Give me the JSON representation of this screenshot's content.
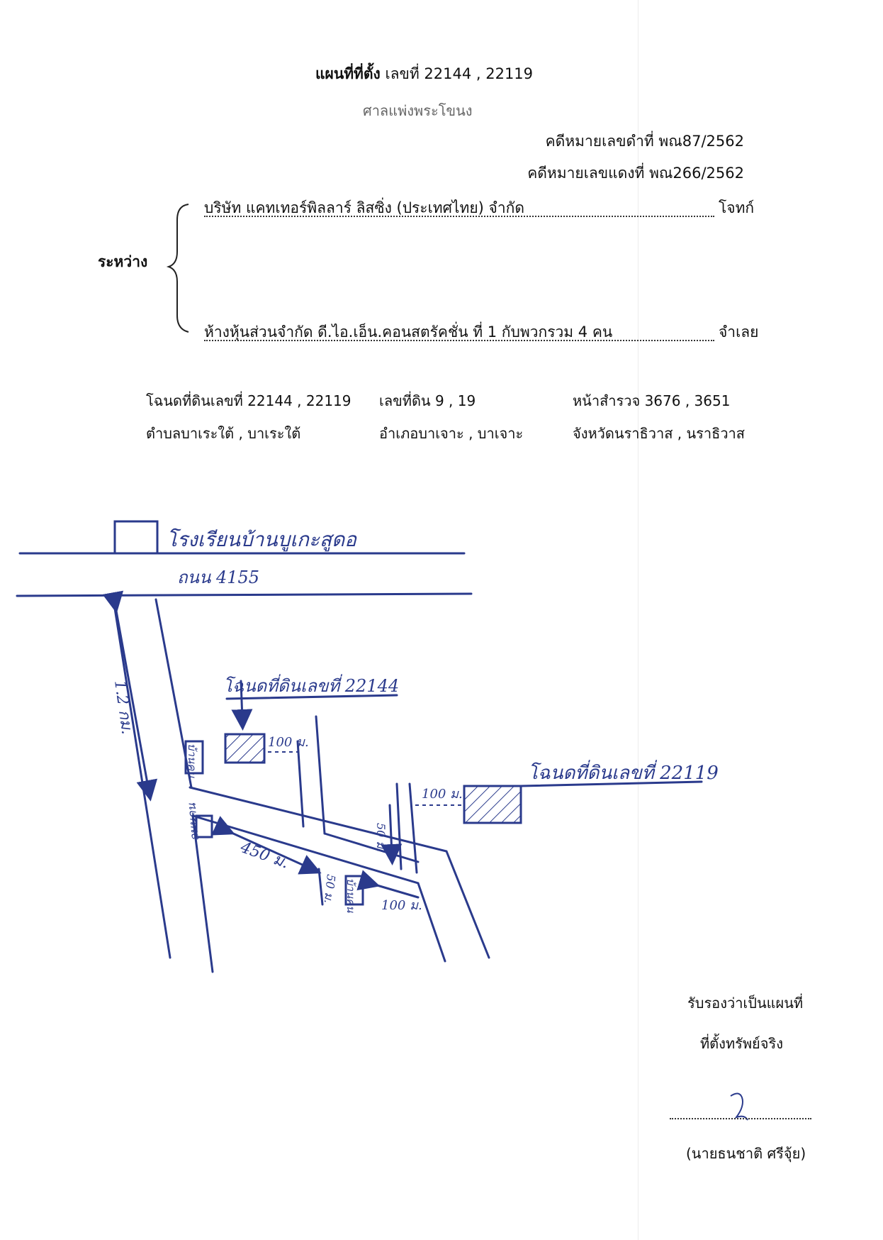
{
  "header": {
    "title": "แผนที่ที่ตั้ง",
    "title_no": "เลขที่  22144 , 22119",
    "court": "ศาลแพ่งพระโขนง",
    "black_case": "คดีหมายเลขดำที่  พณ87/2562",
    "red_case": "คดีหมายเลขแดงที่  พณ266/2562"
  },
  "parties": {
    "between_label": "ระหว่าง",
    "plaintiff_name": "บริษัท แคทเทอร์พิลลาร์ ลิสซิ่ง (ประเทศไทย) จำกัด",
    "plaintiff_role": "โจทก์",
    "defendant_name": "ห้างหุ้นส่วนจำกัด ดี.ไอ.เอ็น.คอนสตรัคชั่น  ที่ 1 กับพวกรวม 4 คน",
    "defendant_role": "จำเลย"
  },
  "deed_info": {
    "deed_no": "โฉนดที่ดินเลขที่  22144 , 22119",
    "land_no": "เลขที่ดิน 9 , 19",
    "survey_page": "หน้าสำรวจ  3676 , 3651",
    "subdistrict": "ตำบลบาเระใต้ , บาเระใต้",
    "district": "อำเภอบาเจาะ , บาเจาะ",
    "province": "จังหวัดนราธิวาส , นราธิวาส"
  },
  "map": {
    "school_label": "โรงเรียนบ้านบูเกะสูดอ",
    "road_label": "ถนน 4155",
    "deed_label_1": "โฉนดที่ดินเลขที่ 22144",
    "deed_label_2": "โฉนดที่ดินเลขที่ 22119",
    "dist_1_2km": "1.2 กม.",
    "dist_100m_a": "100 ม.",
    "dist_100m_b": "100 ม.",
    "dist_100m_c": "100 ม.",
    "dist_450m": "450 ม.",
    "dist_50m_a": "50 ม.",
    "dist_50m_b": "50 ม.",
    "house_a": "บ้านคน",
    "house_b": "บ้านคน",
    "road_bottom": "ถนนคน"
  },
  "certification": {
    "line1": "รับรองว่าเป็นแผนที่",
    "line2": "ที่ตั้งทรัพย์จริง",
    "signer": "(นายธนชาติ  ศรีจุ้ย)"
  }
}
